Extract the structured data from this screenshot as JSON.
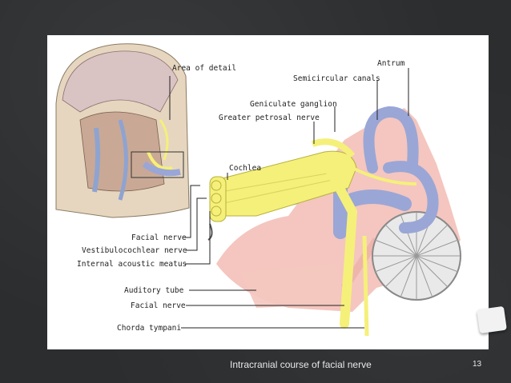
{
  "labels": {
    "area_of_detail": "Area of detail",
    "antrum": "Antrum",
    "semicircular_canals": "Semicircular canals",
    "geniculate_ganglion": "Geniculate ganglion",
    "greater_petrosal_nerve": "Greater petrosal nerve",
    "cochlea": "Cochlea",
    "facial_nerve_upper": "Facial nerve",
    "vestibulocochlear_nerve": "Vestibulocochlear nerve",
    "internal_acoustic_meatus": "Internal acoustic meatus",
    "auditory_tube": "Auditory tube",
    "facial_nerve_lower": "Facial nerve",
    "chorda_tympani": "Chorda tympani"
  },
  "footer": {
    "caption": "Intracranial course of facial nerve",
    "page_number": "13"
  },
  "colors": {
    "nerve": "#f5f07a",
    "canal": "#9aa6d6",
    "bone": "#f4c6bf",
    "background": "#2b2d2f"
  }
}
